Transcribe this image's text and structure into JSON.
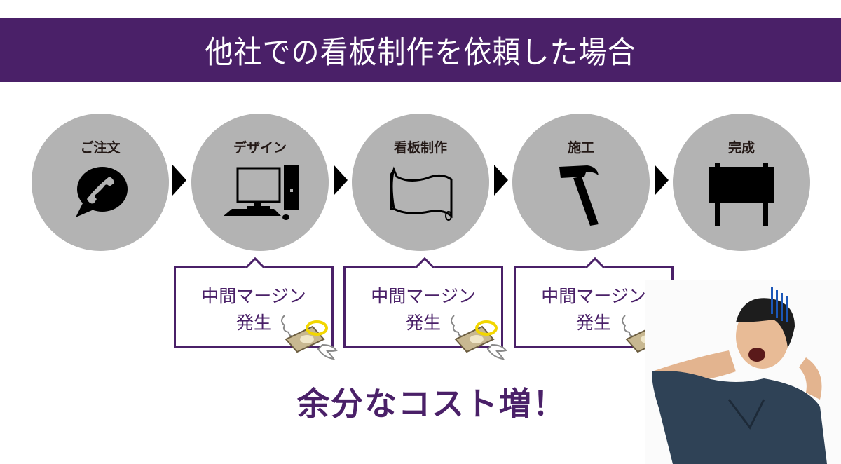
{
  "banner": {
    "title": "他社での看板制作を依頼した場合"
  },
  "steps": [
    {
      "label": "ご注文",
      "icon": "phone-chat-icon"
    },
    {
      "label": "デザイン",
      "icon": "desktop-computer-icon"
    },
    {
      "label": "看板制作",
      "icon": "scroll-banner-icon"
    },
    {
      "label": "施工",
      "icon": "hammer-icon"
    },
    {
      "label": "完成",
      "icon": "signboard-icon"
    }
  ],
  "callouts": [
    {
      "line1": "中間マージン",
      "line2": "発生"
    },
    {
      "line1": "中間マージン",
      "line2": "発生"
    },
    {
      "line1": "中間マージン",
      "line2": "発生"
    }
  ],
  "headline": "余分なコスト増！",
  "colors": {
    "brand_purple": "#4a2068",
    "circle_gray": "#b3b3b3",
    "icon_black": "#000000"
  }
}
